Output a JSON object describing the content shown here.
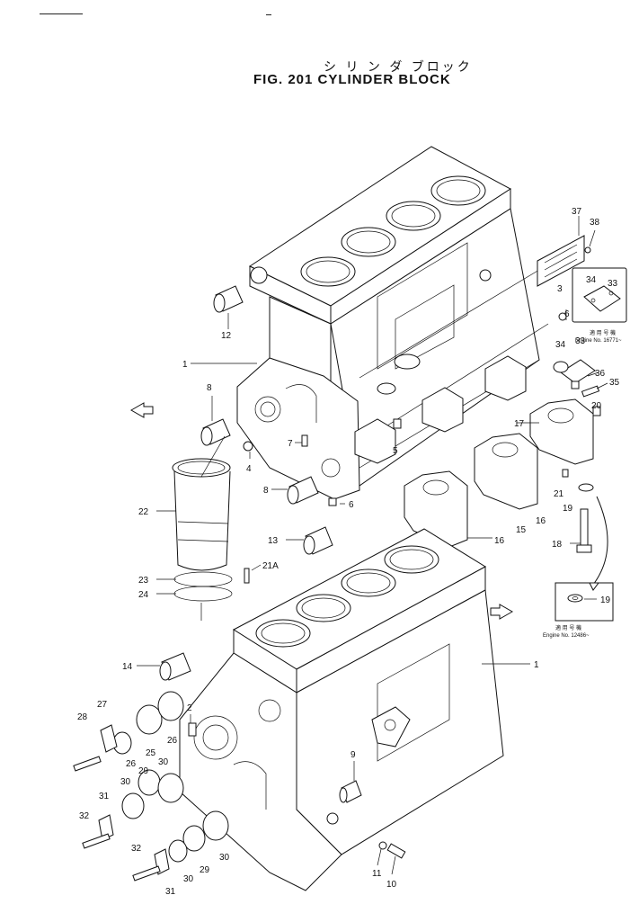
{
  "header": {
    "title_jp": "シ リ ン ダ ブロック",
    "title_en": "FIG. 201  CYLINDER BLOCK"
  },
  "notes": {
    "upper_serial": "Engine No. 16771~",
    "lower_serial": "Engine No. 12486~",
    "upper_jp": "適 用 号 機",
    "lower_jp": "適 用 号 機"
  },
  "callouts": {
    "c1_upper": "1",
    "c1_lower": "1",
    "c2": "2",
    "c3": "3",
    "c4": "4",
    "c5": "5",
    "c6a": "6",
    "c6b": "6",
    "c7": "7",
    "c8a": "8",
    "c8b": "8",
    "c9": "9",
    "c10": "10",
    "c11": "11",
    "c12": "12",
    "c13": "13",
    "c14": "14",
    "c15": "15",
    "c16a": "16",
    "c16b": "16",
    "c17": "17",
    "c18": "18",
    "c19a": "19",
    "c19b": "19",
    "c20": "20",
    "c21": "21",
    "c21a": "21A",
    "c22": "22",
    "c23": "23",
    "c24": "24",
    "c25": "25",
    "c26a": "26",
    "c26b": "26",
    "c27": "27",
    "c28": "28",
    "c29a": "29",
    "c29b": "29",
    "c30a": "30",
    "c30b": "30",
    "c30c": "30",
    "c30d": "30",
    "c31a": "31",
    "c31b": "31",
    "c32a": "32",
    "c32b": "32",
    "c33a": "33",
    "c33b": "33",
    "c34a": "34",
    "c34b": "34",
    "c35": "35",
    "c36": "36",
    "c37": "37",
    "c38": "38"
  }
}
